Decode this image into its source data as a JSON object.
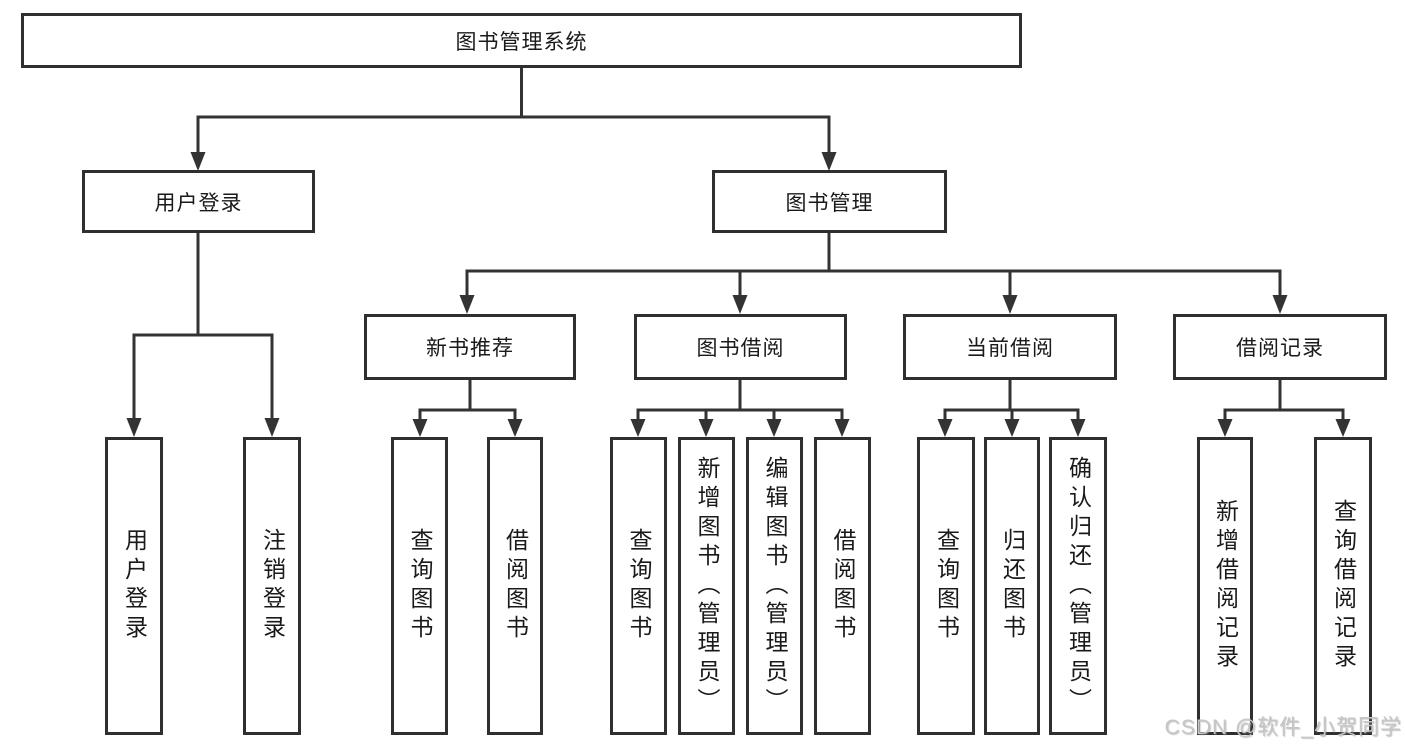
{
  "diagram": {
    "root": {
      "label": "图书管理系统"
    },
    "level2": [
      {
        "label": "用户登录"
      },
      {
        "label": "图书管理"
      }
    ],
    "level3": [
      {
        "label": "新书推荐",
        "parent": "图书管理"
      },
      {
        "label": "图书借阅",
        "parent": "图书管理"
      },
      {
        "label": "当前借阅",
        "parent": "图书管理"
      },
      {
        "label": "借阅记录",
        "parent": "图书管理"
      }
    ],
    "leaves": [
      {
        "label": "用户登录",
        "parent": "用户登录"
      },
      {
        "label": "注销登录",
        "parent": "用户登录"
      },
      {
        "label": "查询图书",
        "parent": "新书推荐"
      },
      {
        "label": "借阅图书",
        "parent": "新书推荐"
      },
      {
        "label": "查询图书",
        "parent": "图书借阅"
      },
      {
        "label": "新增图书（管理员）",
        "parent": "图书借阅"
      },
      {
        "label": "编辑图书（管理员）",
        "parent": "图书借阅"
      },
      {
        "label": "借阅图书",
        "parent": "图书借阅"
      },
      {
        "label": "查询图书",
        "parent": "当前借阅"
      },
      {
        "label": "归还图书",
        "parent": "当前借阅"
      },
      {
        "label": "确认归还（管理员）",
        "parent": "当前借阅"
      },
      {
        "label": "新增借阅记录",
        "parent": "借阅记录"
      },
      {
        "label": "查询借阅记录",
        "parent": "借阅记录"
      }
    ]
  },
  "watermark": "CSDN @软件_小贺同学",
  "colors": {
    "line": "#333333",
    "box_border": "#2f2f2f",
    "text": "#1a1a1a",
    "watermark": "#c6c6c6",
    "background": "#ffffff"
  }
}
